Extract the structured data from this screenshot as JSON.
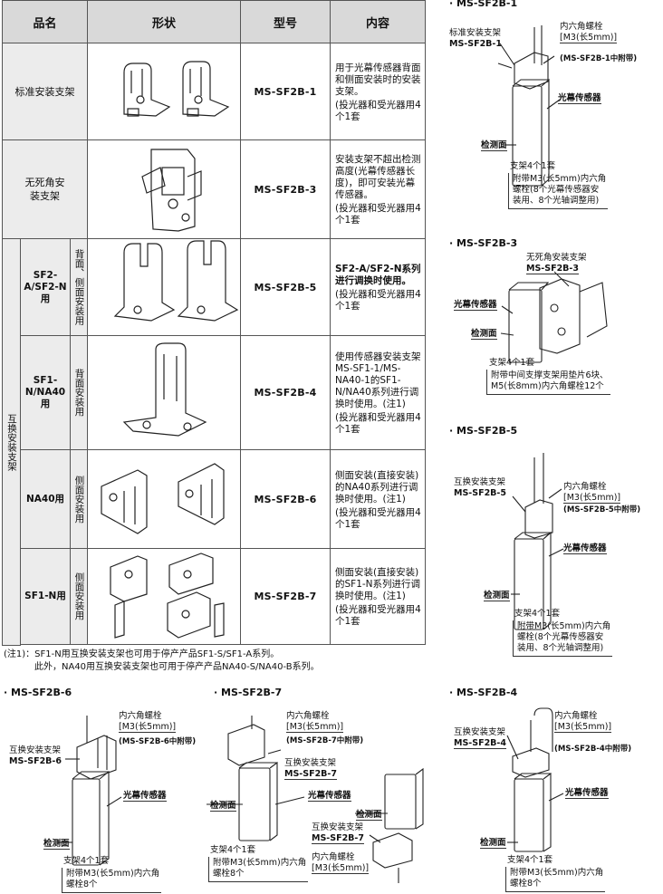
{
  "table": {
    "headers": {
      "name": "品名",
      "shape": "形状",
      "model": "型号",
      "content": "内容"
    },
    "group_label": "互换安装支架",
    "rows": [
      {
        "name": "标准安装支架",
        "model": "MS-SF2B-1",
        "content": "用于光幕传感器背面和侧面安装时的安装支架。",
        "qty": "(投光器和受光器用4个1套"
      },
      {
        "name": "无死角安装支架",
        "model": "MS-SF2B-3",
        "content": "安装支架不超出检测高度(光幕传感器长度)，即可安装光幕传感器。",
        "qty": "(投光器和受光器用4个1套"
      },
      {
        "series": "SF2-A/SF2-N用",
        "mount": "背面、侧面安装用",
        "model": "MS-SF2B-5",
        "content": "SF2-A/SF2-N系列进行调换时使用。",
        "qty": "(投光器和受光器用4个1套"
      },
      {
        "series": "SF1-N/NA40用",
        "mount": "背面安装用",
        "model": "MS-SF2B-4",
        "content": "使用传感器安装支架MS-SF1-1/MS-NA40-1的SF1-N/NA40系列进行调换时使用。(注1)",
        "qty": "(投光器和受光器用4个1套"
      },
      {
        "series": "NA40用",
        "mount": "侧面安装用",
        "model": "MS-SF2B-6",
        "content": "侧面安装(直接安装)的NA40系列进行调换时使用。(注1)",
        "qty": "(投光器和受光器用4个1套"
      },
      {
        "series": "SF1-N用",
        "mount": "侧面安装用",
        "model": "MS-SF2B-7",
        "content": "侧面安装(直接安装)的SF1-N系列进行调换时使用。(注1)",
        "qty": "(投光器和受光器用4个1套"
      }
    ]
  },
  "notes": {
    "line1": "(注1)：SF1-N用互换安装支架也可用于停产产品SF1-S/SF1-A系列。",
    "line2": "此外，NA40用互换安装支架也可用于停产产品NA40-S/NA40-B系列。"
  },
  "diagrams": {
    "d1": {
      "title": "· MS-SF2B-1",
      "bracket": "标准安装支架",
      "bracket_model": "MS-SF2B-1",
      "bolt": "内六角螺栓",
      "bolt_size": "[M3(长5mm)]",
      "bolt_note": "(MS-SF2B-1中附带)",
      "sensor": "光幕传感器",
      "face": "检测面",
      "set": "支架4个1套",
      "accessory": [
        "附带M3(长5mm)内六角",
        "螺栓(8个光幕传感器安",
        "装用、8个光轴调整用)"
      ]
    },
    "d3": {
      "title": "· MS-SF2B-3",
      "bracket": "无死角安装支架",
      "bracket_model": "MS-SF2B-3",
      "sensor": "光幕传感器",
      "face": "检测面",
      "set": "支架4个1套",
      "accessory": [
        "附带中间支撑支架用垫片6块、",
        "M5(长8mm)内六角螺栓12个"
      ]
    },
    "d5": {
      "title": "· MS-SF2B-5",
      "bracket": "互换安装支架",
      "bracket_model": "MS-SF2B-5",
      "bolt": "内六角螺栓",
      "bolt_size": "[M3(长5mm)]",
      "bolt_note": "(MS-SF2B-5中附带)",
      "sensor": "光幕传感器",
      "face": "检测面",
      "set": "支架4个1套",
      "accessory": [
        "附带M3(长5mm)内六角",
        "螺栓(8个光幕传感器安",
        "装用、8个光轴调整用)"
      ]
    },
    "d6": {
      "title": "· MS-SF2B-6",
      "bracket": "互换安装支架",
      "bracket_model": "MS-SF2B-6",
      "bolt": "内六角螺栓",
      "bolt_size": "[M3(长5mm)]",
      "bolt_note": "(MS-SF2B-6中附带)",
      "sensor": "光幕传感器",
      "face": "检测面",
      "set": "支架4个1套",
      "accessory": [
        "附带M3(长5mm)内六角",
        "螺栓8个"
      ]
    },
    "d7": {
      "title": "· MS-SF2B-7",
      "bolt": "内六角螺栓",
      "bolt_size": "[M3(长5mm)]",
      "bolt_note": "(MS-SF2B-7中附带)",
      "bracket": "互换安装支架",
      "bracket_model": "MS-SF2B-7",
      "sensor": "光幕传感器",
      "face": "检测面",
      "face2": "检测面",
      "bracket_b": "互换安装支架",
      "bracket_b_model": "MS-SF2B-7",
      "bolt_b": "内六角螺栓",
      "bolt_b_size": "[M3(长5mm)]",
      "set": "支架4个1套",
      "accessory": [
        "附带M3(长5mm)内六角",
        "螺栓8个"
      ]
    },
    "d4": {
      "title": "· MS-SF2B-4",
      "bolt": "内六角螺栓",
      "bolt_size": "[M3(长5mm)]",
      "bolt_note": "(MS-SF2B-4中附带)",
      "bracket": "互换安装支架",
      "bracket_model": "MS-SF2B-4",
      "sensor": "光幕传感器",
      "face": "检测面",
      "set": "支架4个1套",
      "accessory": [
        "附带M3(长5mm)内六角",
        "螺栓8个"
      ]
    }
  }
}
